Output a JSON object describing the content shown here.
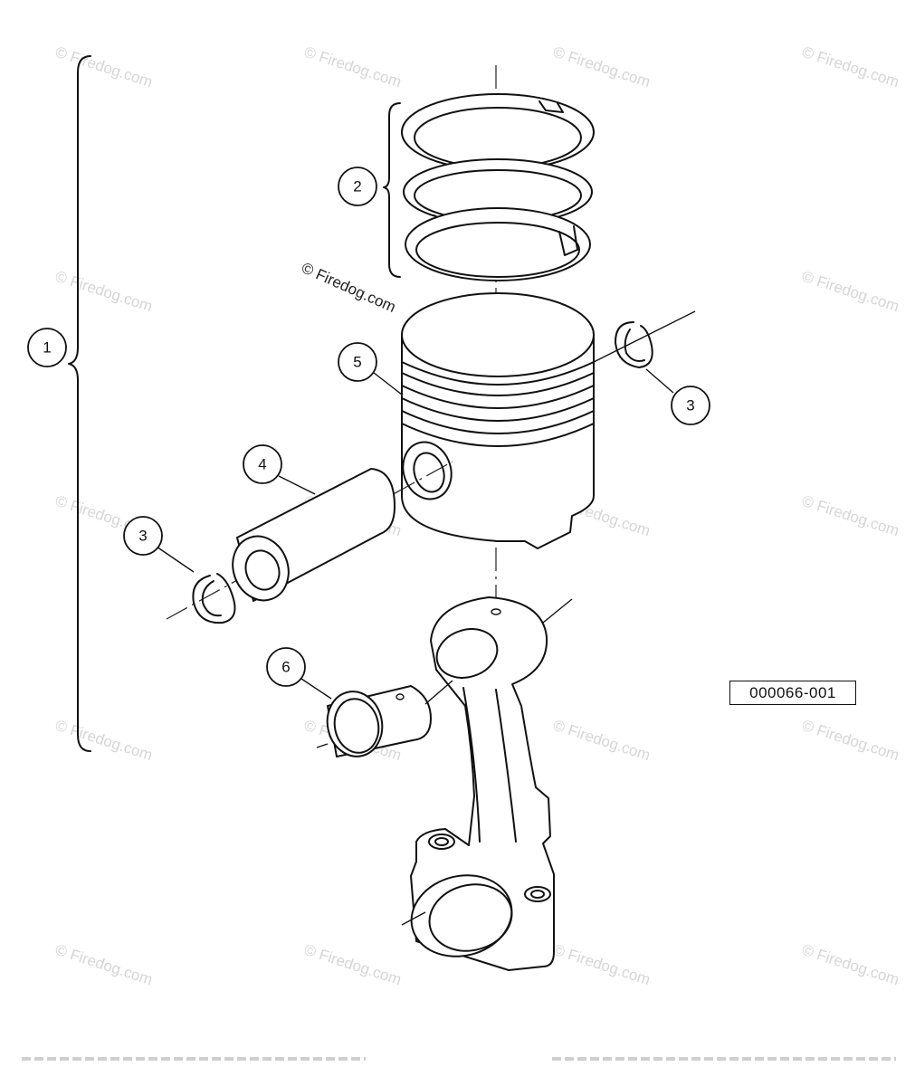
{
  "watermark": {
    "text": "© Firedog.com"
  },
  "reference_number": "000066-001",
  "callouts": [
    {
      "id": "callout-1",
      "label": "1"
    },
    {
      "id": "callout-2",
      "label": "2"
    },
    {
      "id": "callout-3a",
      "label": "3"
    },
    {
      "id": "callout-3b",
      "label": "3"
    },
    {
      "id": "callout-4",
      "label": "4"
    },
    {
      "id": "callout-5",
      "label": "5"
    },
    {
      "id": "callout-6",
      "label": "6"
    }
  ]
}
